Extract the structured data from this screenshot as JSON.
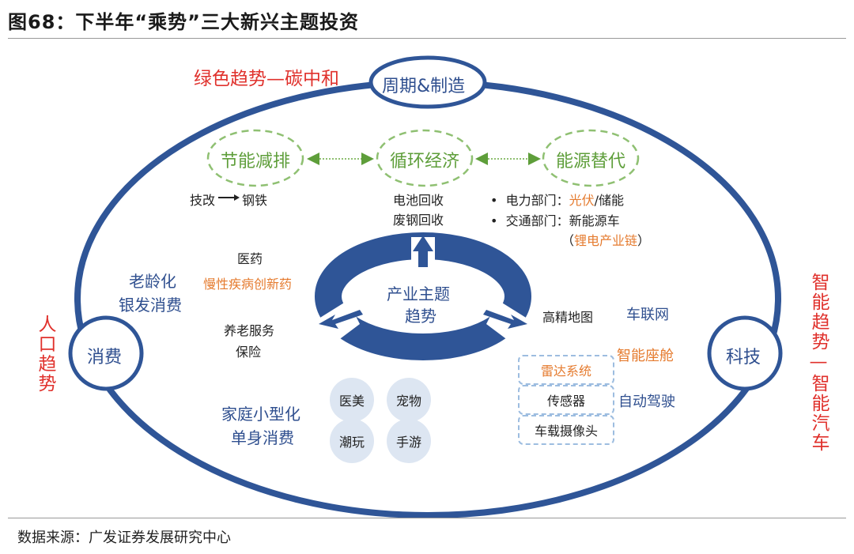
{
  "title": "图68：下半年“乘势”三大新兴主题投资",
  "source": "数据来源：广发证券发展研究中心",
  "colors": {
    "navy": "#2f5597",
    "red": "#e0312c",
    "green": "#5e9e3a",
    "orange": "#e57b2f"
  },
  "trends": {
    "green_trend": "绿色趋势—碳中和",
    "population_trend": "人口趋势",
    "smart_trend": "智能趋势—智能汽车"
  },
  "nodes": {
    "cycle": "周期&制造",
    "consumption": "消费",
    "tech": "科技",
    "center_line1": "产业主题",
    "center_line2": "趋势"
  },
  "green": {
    "circles": [
      "节能减排",
      "循环经济",
      "能源替代"
    ],
    "energy_saving_note_a": "技改",
    "energy_saving_note_b": "钢铁",
    "recycle_notes": [
      "电池回收",
      "废钢回收"
    ],
    "power_label": "电力部门：",
    "power_hl": "光伏",
    "power_rest": "/储能",
    "transport_label": "交通部门：新能源车",
    "transport_hl": "锂电产业链",
    "bullet": "•",
    "lparen": "（",
    "rparen": "）"
  },
  "consumption": {
    "aging_line1": "老龄化",
    "aging_line2": "银发消费",
    "medicine": "医药",
    "innovative_drug": "慢性疾病创新药",
    "elderly_service": "养老服务",
    "insurance": "保险",
    "family_line1": "家庭小型化",
    "family_line2": "单身消费",
    "pills": [
      "医美",
      "宠物",
      "潮玩",
      "手游"
    ]
  },
  "tech": {
    "hd_map": "高精地图",
    "iov": "车联网",
    "smart_cockpit": "智能座舱",
    "autonomous": "自动驾驶",
    "boxes": [
      "雷达系统",
      "传感器",
      "车载摄像头"
    ]
  }
}
